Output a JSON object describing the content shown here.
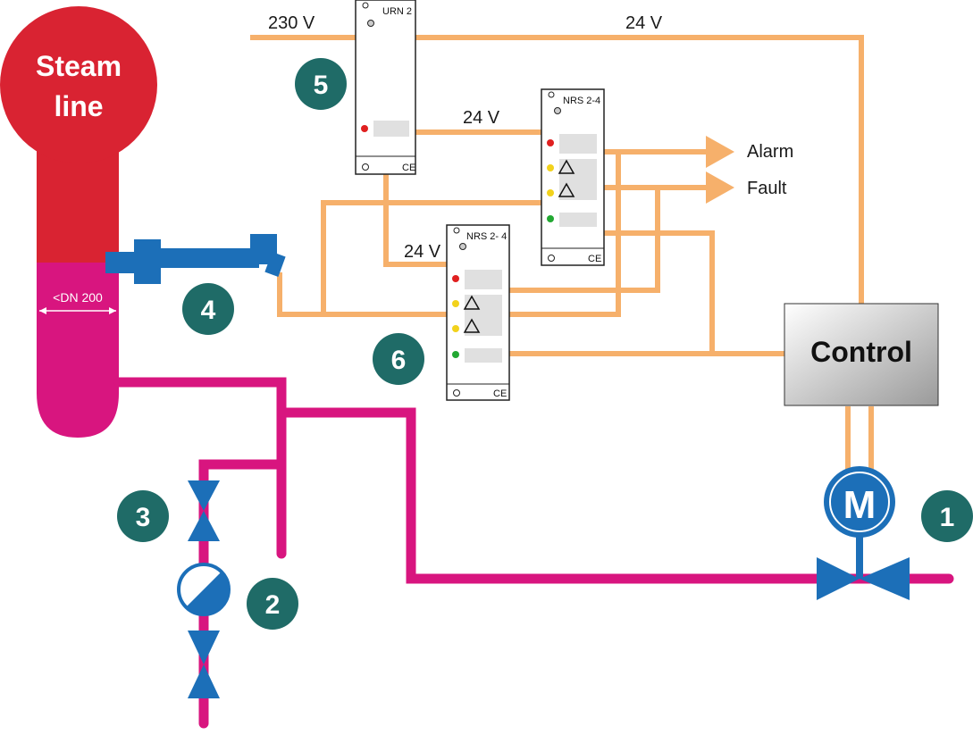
{
  "title_bubble": {
    "line1": "Steam",
    "line2": "line"
  },
  "dn_label": "<DN 200",
  "voltages": {
    "supply_230": "230 V",
    "supply_24_top": "24 V",
    "urn_to_nrs_top": "24 V",
    "urn_to_nrs_lower": "24 V"
  },
  "devices": {
    "urn": "URN 2",
    "nrs_top": "NRS 2-4",
    "nrs_lower": "NRS 2- 4"
  },
  "outputs": {
    "alarm": "Alarm",
    "fault": "Fault"
  },
  "control_label": "Control",
  "motor_label": "M",
  "badges": [
    "1",
    "2",
    "3",
    "4",
    "5",
    "6"
  ],
  "colors": {
    "wire": "#F6B06B",
    "pipe": "#D8157F",
    "steam": "#D92332",
    "badge": "#1F6B67",
    "blue": "#1C6FB8"
  }
}
